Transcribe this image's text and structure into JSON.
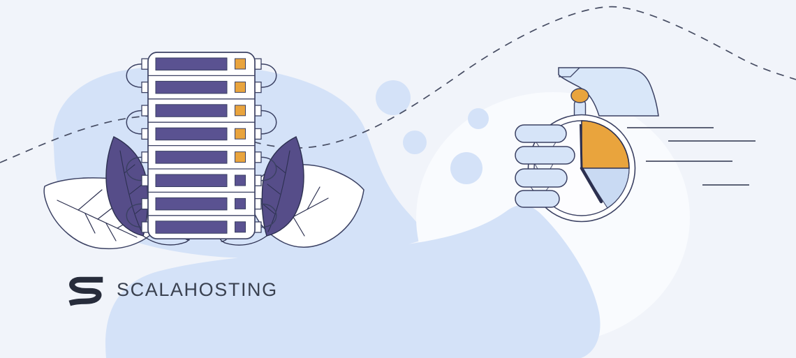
{
  "brand": {
    "name": "SCALAHOSTING"
  },
  "colors": {
    "bg": "#f1f4fa",
    "blob": "#d4e2f8",
    "halo": "#f9fbfe",
    "outline": "#3b4163",
    "ink": "#2c3050",
    "purple": "#5a5291",
    "leaf": "#564d89",
    "orange": "#e9a43d",
    "white": "#ffffff",
    "face": "#fdfdff",
    "finger": "#d6e4f8",
    "wing": "#d9e7f9",
    "sector": "#c9daf3",
    "line": "#474d63",
    "text": "#3a4150",
    "logo": "#272c3b"
  },
  "illustration": {
    "server_stack": {
      "rows": 8,
      "indicator_pattern": [
        "orange",
        "orange",
        "orange",
        "orange",
        "orange",
        "purple",
        "purple",
        "purple"
      ]
    },
    "stopwatch": {
      "speed_lines": 4,
      "orange_sector": "12-to-3 quarter",
      "blue_sector": "3-to-5"
    }
  }
}
